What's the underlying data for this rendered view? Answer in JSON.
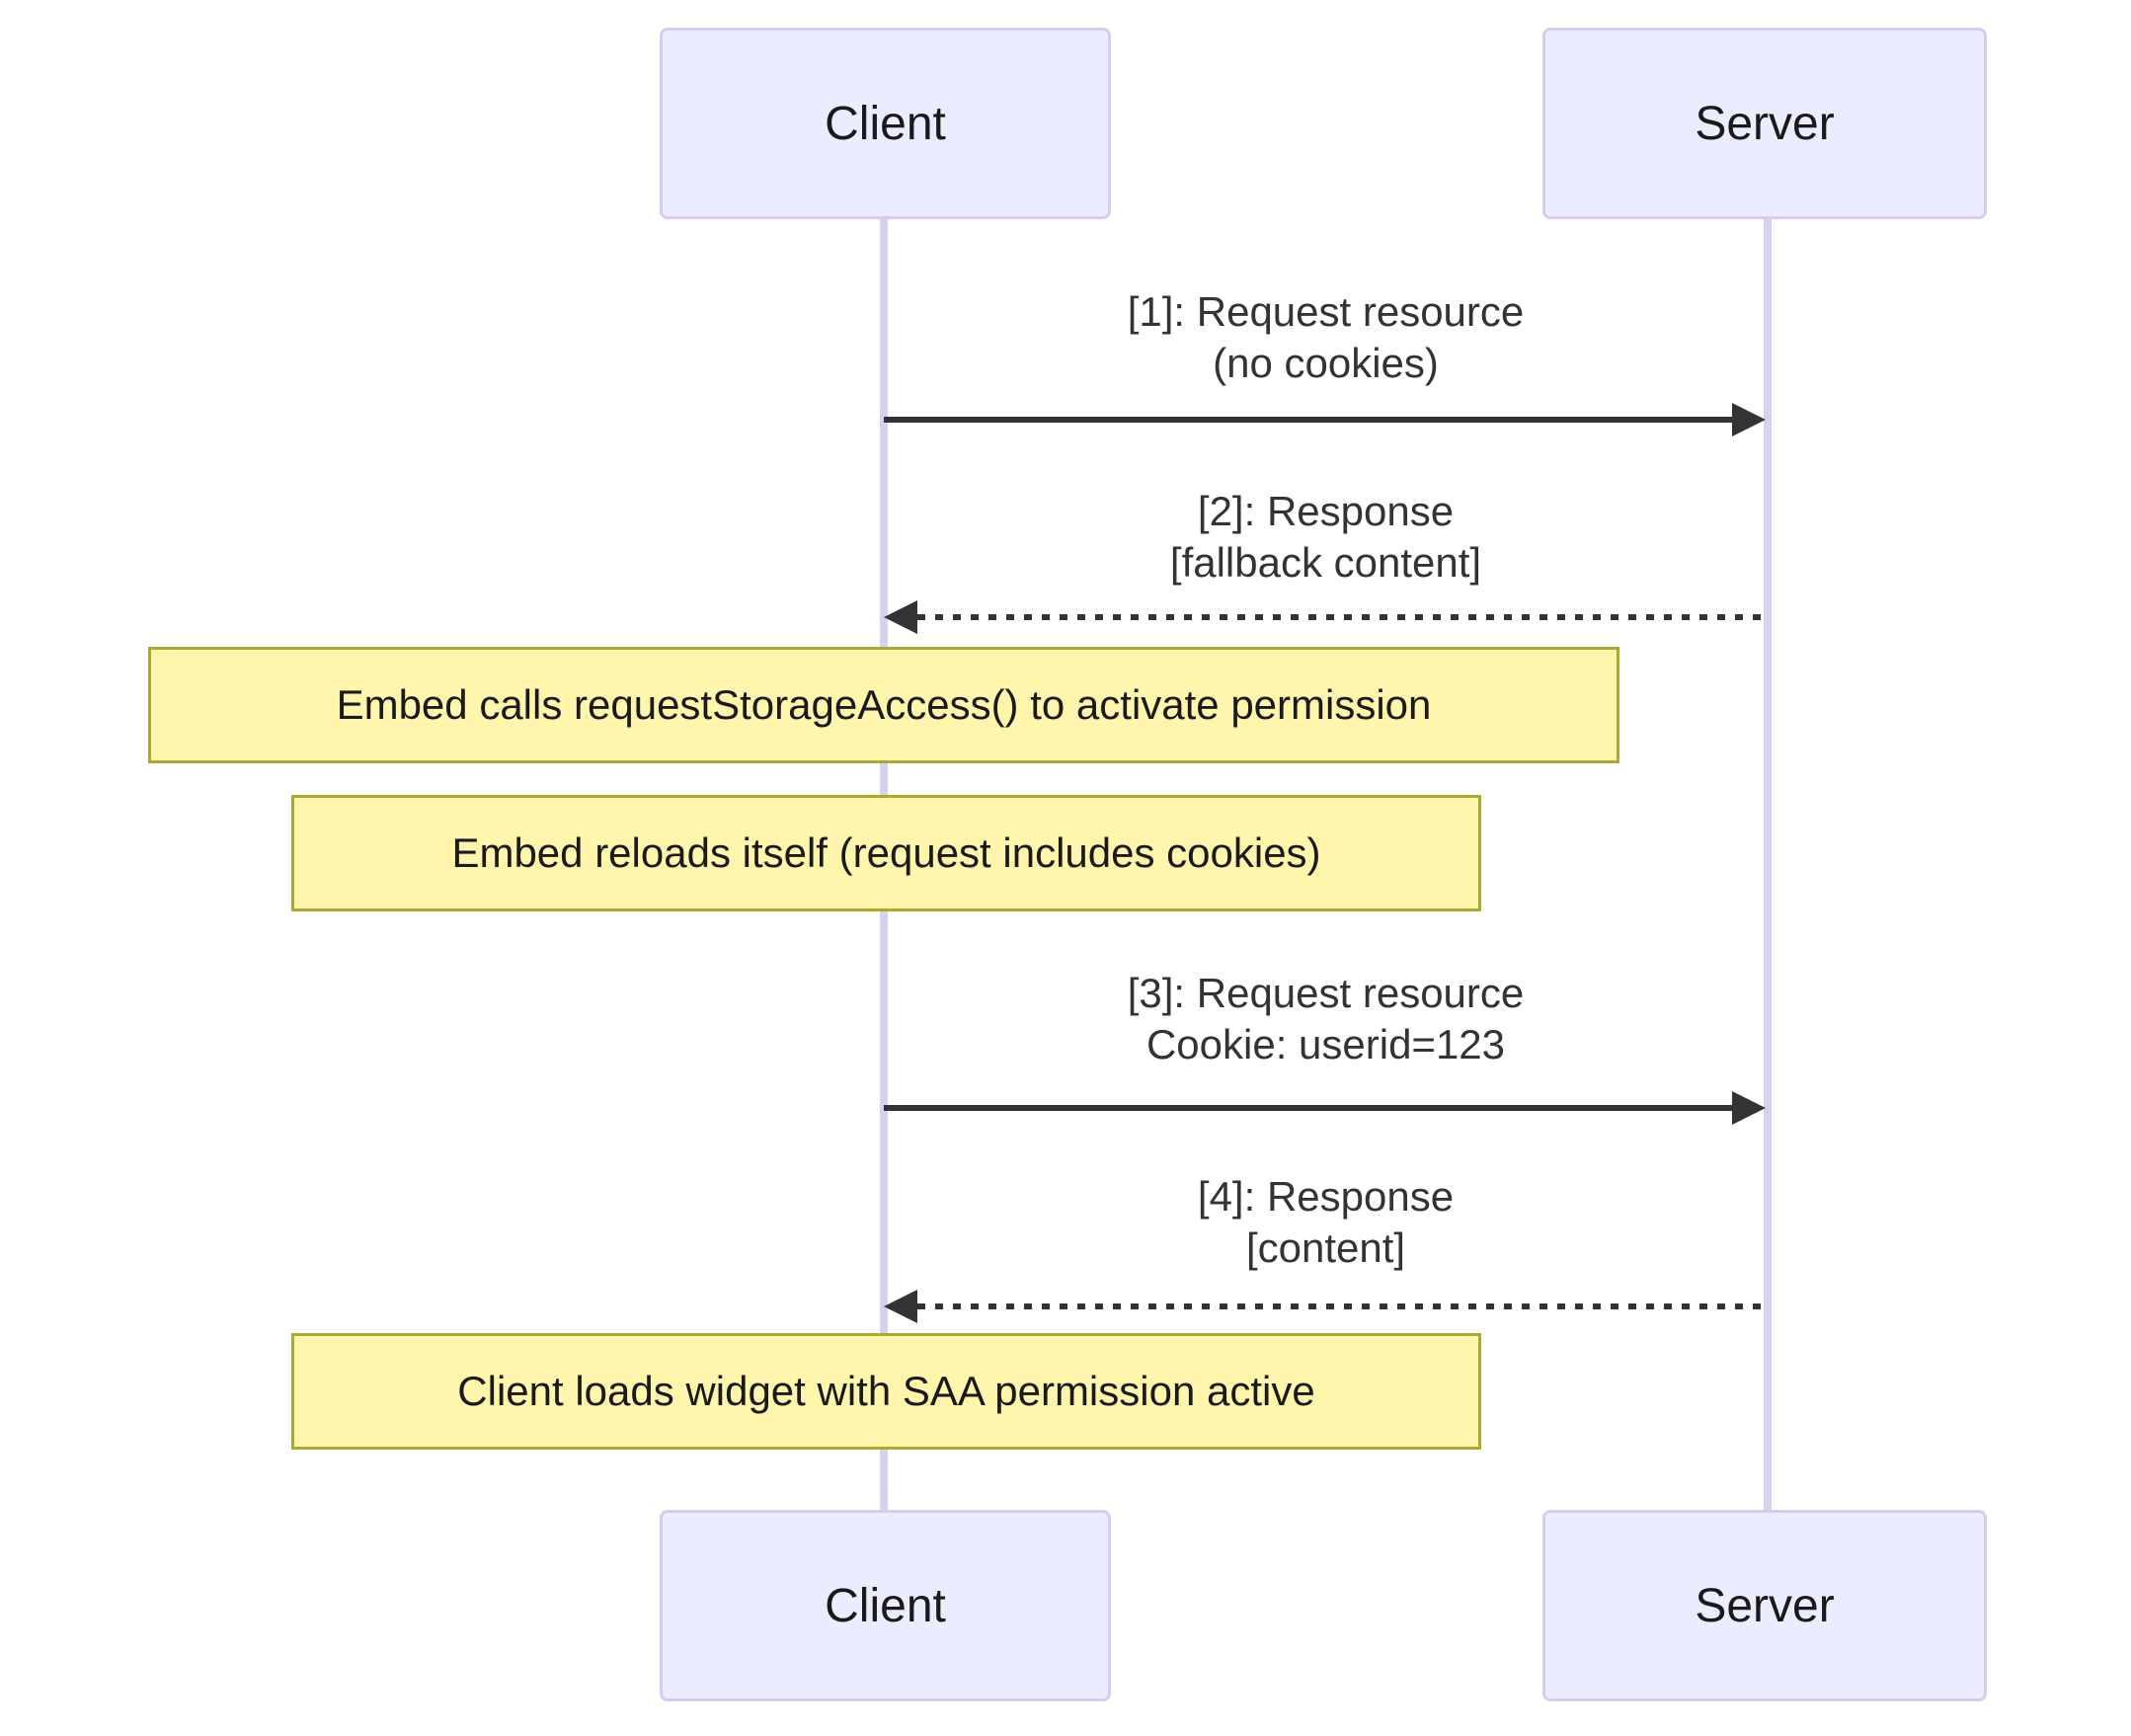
{
  "diagram_type": "sequence-diagram",
  "actors": [
    {
      "label": "Client"
    },
    {
      "label": "Server"
    }
  ],
  "messages": [
    {
      "num": 1,
      "line1": "[1]: Request resource",
      "line2": "(no cookies)",
      "from": "Client",
      "to": "Server",
      "line_style": "solid"
    },
    {
      "num": 2,
      "line1": "[2]: Response",
      "line2": "[fallback content]",
      "from": "Server",
      "to": "Client",
      "line_style": "dashed"
    },
    {
      "num": 3,
      "line1": "[3]: Request resource",
      "line2": "Cookie: userid=123",
      "from": "Client",
      "to": "Server",
      "line_style": "solid"
    },
    {
      "num": 4,
      "line1": "[4]: Response",
      "line2": "[content]",
      "from": "Server",
      "to": "Client",
      "line_style": "dashed"
    }
  ],
  "notes": [
    {
      "text": "Embed calls requestStorageAccess() to activate permission"
    },
    {
      "text": "Embed reloads itself (request includes cookies)"
    },
    {
      "text": "Client loads widget with SAA permission active"
    }
  ],
  "colors": {
    "background": "#FFFFFF",
    "actor_fill": "#ECECFF",
    "actor_border": "#D7CBEF",
    "lifeline": "#D9CFEE",
    "note_fill": "#FFF5AD",
    "note_border": "#AAAA33",
    "message_text": "#333333",
    "arrow": "#333333"
  }
}
